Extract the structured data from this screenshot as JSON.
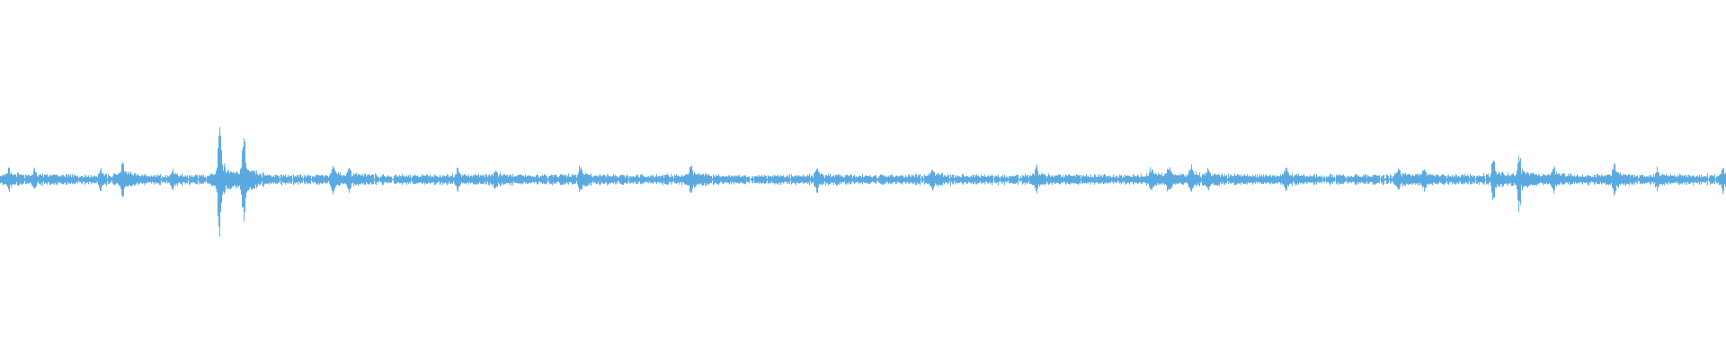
{
  "waveform": {
    "color": "#5aa9e0",
    "background": "#ffffff",
    "noise_floor": 0.03,
    "bursts": [
      {
        "t": 0.005,
        "amp": 0.05
      },
      {
        "t": 0.02,
        "amp": 0.04
      },
      {
        "t": 0.058,
        "amp": 0.05
      },
      {
        "t": 0.071,
        "amp": 0.12
      },
      {
        "t": 0.1,
        "amp": 0.04
      },
      {
        "t": 0.127,
        "amp": 0.33
      },
      {
        "t": 0.141,
        "amp": 0.27
      },
      {
        "t": 0.193,
        "amp": 0.08
      },
      {
        "t": 0.202,
        "amp": 0.07
      },
      {
        "t": 0.265,
        "amp": 0.05
      },
      {
        "t": 0.287,
        "amp": 0.04
      },
      {
        "t": 0.336,
        "amp": 0.07
      },
      {
        "t": 0.4,
        "amp": 0.08
      },
      {
        "t": 0.473,
        "amp": 0.06
      },
      {
        "t": 0.54,
        "amp": 0.06
      },
      {
        "t": 0.6,
        "amp": 0.08
      },
      {
        "t": 0.667,
        "amp": 0.06
      },
      {
        "t": 0.677,
        "amp": 0.07
      },
      {
        "t": 0.69,
        "amp": 0.07
      },
      {
        "t": 0.7,
        "amp": 0.05
      },
      {
        "t": 0.745,
        "amp": 0.06
      },
      {
        "t": 0.81,
        "amp": 0.06
      },
      {
        "t": 0.825,
        "amp": 0.05
      },
      {
        "t": 0.865,
        "amp": 0.11
      },
      {
        "t": 0.88,
        "amp": 0.17
      },
      {
        "t": 0.9,
        "amp": 0.07
      },
      {
        "t": 0.935,
        "amp": 0.09
      },
      {
        "t": 0.96,
        "amp": 0.04
      },
      {
        "t": 0.998,
        "amp": 0.06
      }
    ]
  }
}
